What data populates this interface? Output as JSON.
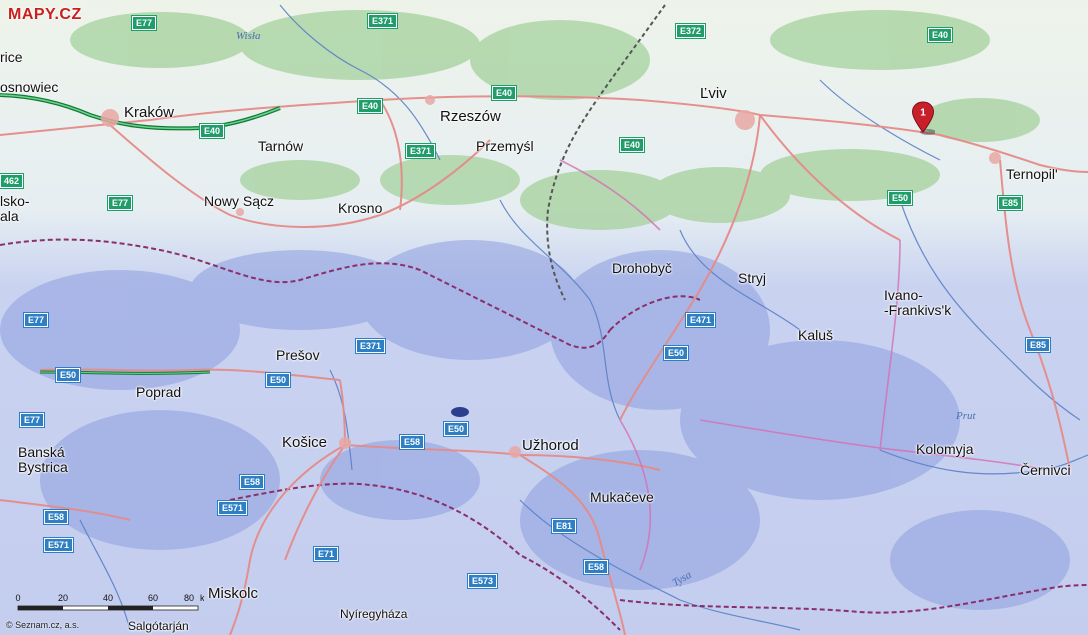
{
  "logo": "MAPY.CZ",
  "marker_label": "1",
  "copyright": "© Seznam.cz, a.s.",
  "scale": {
    "ticks": [
      "0",
      "20",
      "40",
      "60",
      "80",
      "km"
    ]
  },
  "cities": {
    "sosnowiec": "osnowiec",
    "rice": "rice",
    "krakow": "Kraków",
    "tarnow": "Tarnów",
    "rzeszow": "Rzeszów",
    "przemysl": "Przemyśl",
    "lviv": "Ľviv",
    "ternopil": "Ternopil'",
    "nowy_sacz": "Nowy Sącz",
    "krosno": "Krosno",
    "drohobyc": "Drohobyč",
    "stryj": "Stryj",
    "ivano_frankivsk": "Ivano-\n-Frankivs'k",
    "kalus": "Kaluš",
    "presov": "Prešov",
    "poprad": "Poprad",
    "kosice": "Košice",
    "uzhorod": "Užhorod",
    "mukaceve": "Mukačeve",
    "kolomyja": "Kolomyja",
    "cernivci": "Černivci",
    "banska_bystrica": "Banská\nBystrica",
    "miskolc": "Miskolc",
    "nyiregyhaza": "Nyíregyháza",
    "salgotarjan": "Salgótarján",
    "lisko": "lsko-\nala"
  },
  "rivers": {
    "wisla": "Wisła",
    "prut": "Prut",
    "tysa": "Tysa"
  },
  "road_shields": [
    {
      "id": "e77-top",
      "label": "E77",
      "style": "green"
    },
    {
      "id": "e371-top",
      "label": "E371",
      "style": "green"
    },
    {
      "id": "e372",
      "label": "E372",
      "style": "green"
    },
    {
      "id": "e40-ne",
      "label": "E40",
      "style": "green"
    },
    {
      "id": "e40-mid",
      "label": "E40",
      "style": "green"
    },
    {
      "id": "e40-rz",
      "label": "E40",
      "style": "green"
    },
    {
      "id": "e40-krak",
      "label": "E40",
      "style": "green"
    },
    {
      "id": "e40-prz",
      "label": "E40",
      "style": "green"
    },
    {
      "id": "e371-mid",
      "label": "E371",
      "style": "green"
    },
    {
      "id": "e462",
      "label": "462",
      "style": "green"
    },
    {
      "id": "e77-left",
      "label": "E77",
      "style": "green"
    },
    {
      "id": "e50-tern",
      "label": "E50",
      "style": "green"
    },
    {
      "id": "e85-tern",
      "label": "E85",
      "style": "green"
    },
    {
      "id": "e77-sk",
      "label": "E77",
      "style": "blue"
    },
    {
      "id": "e471",
      "label": "E471",
      "style": "blue"
    },
    {
      "id": "e50-mid",
      "label": "E50",
      "style": "blue"
    },
    {
      "id": "e371-sk",
      "label": "E371",
      "style": "blue"
    },
    {
      "id": "e85-right",
      "label": "E85",
      "style": "blue"
    },
    {
      "id": "e50-poprad",
      "label": "E50",
      "style": "blue"
    },
    {
      "id": "e50-presov",
      "label": "E50",
      "style": "blue"
    },
    {
      "id": "e77-bb",
      "label": "E77",
      "style": "blue"
    },
    {
      "id": "e58-kos",
      "label": "E58",
      "style": "blue"
    },
    {
      "id": "e50-uzh",
      "label": "E50",
      "style": "blue"
    },
    {
      "id": "e58-low",
      "label": "E58",
      "style": "blue"
    },
    {
      "id": "e571",
      "label": "E571",
      "style": "blue"
    },
    {
      "id": "e58-left",
      "label": "E58",
      "style": "blue"
    },
    {
      "id": "e571-left",
      "label": "E571",
      "style": "blue"
    },
    {
      "id": "e71",
      "label": "E71",
      "style": "blue"
    },
    {
      "id": "e81",
      "label": "E81",
      "style": "blue"
    },
    {
      "id": "e573",
      "label": "E573",
      "style": "blue"
    },
    {
      "id": "e58-bottom",
      "label": "E58",
      "style": "blue"
    }
  ]
}
